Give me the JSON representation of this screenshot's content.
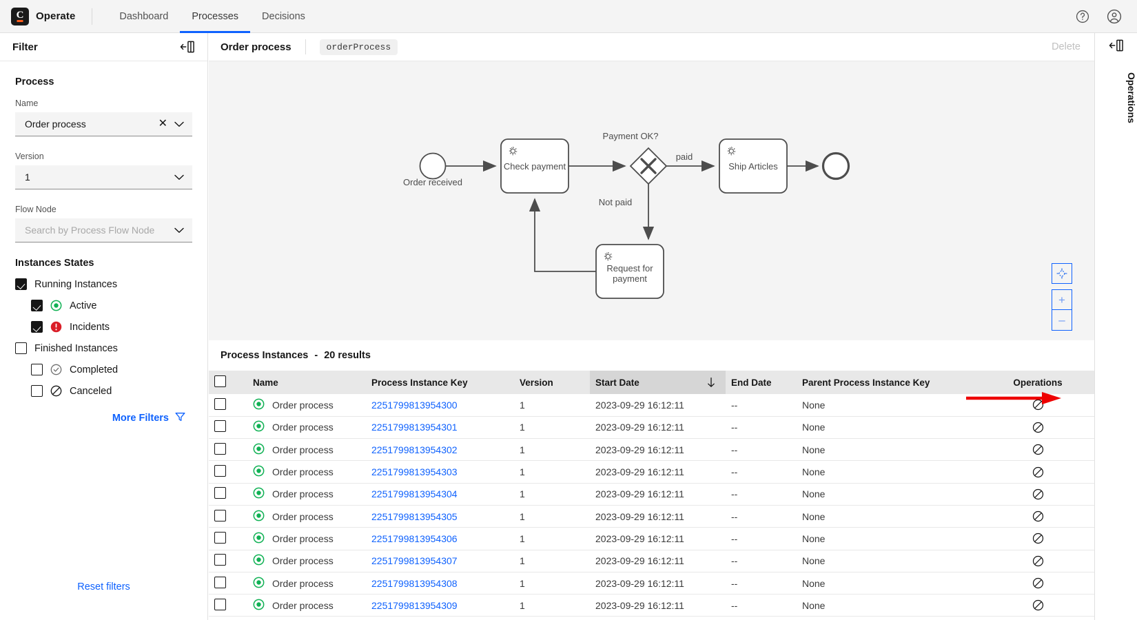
{
  "topbar": {
    "brand": "Operate",
    "logo_letter": "C",
    "nav": [
      {
        "label": "Dashboard",
        "active": false
      },
      {
        "label": "Processes",
        "active": true
      },
      {
        "label": "Decisions",
        "active": false
      }
    ],
    "help_icon": "help-circle-icon",
    "user_icon": "user-avatar-icon",
    "accent": "#0f62fe"
  },
  "filter": {
    "title": "Filter",
    "collapse_icon": "panel-collapse-icon",
    "process_section": "Process",
    "name_label": "Name",
    "name_value": "Order process",
    "version_label": "Version",
    "version_value": "1",
    "flow_node_label": "Flow Node",
    "flow_node_placeholder": "Search by Process Flow Node",
    "states_title": "Instances States",
    "checkboxes": [
      {
        "label": "Running Instances",
        "checked": true,
        "indent": false,
        "status_icon": "none"
      },
      {
        "label": "Active",
        "checked": true,
        "indent": true,
        "status_icon": "active-icon"
      },
      {
        "label": "Incidents",
        "checked": true,
        "indent": true,
        "status_icon": "incident-icon"
      },
      {
        "label": "Finished Instances",
        "checked": false,
        "indent": false,
        "status_icon": "none"
      },
      {
        "label": "Completed",
        "checked": false,
        "indent": true,
        "status_icon": "completed-icon"
      },
      {
        "label": "Canceled",
        "checked": false,
        "indent": true,
        "status_icon": "canceled-icon"
      }
    ],
    "more_filters": "More Filters",
    "more_filters_icon": "funnel-icon",
    "reset_filters": "Reset filters",
    "active_color": "#10b154",
    "incident_color": "#da1e28",
    "link_color": "#0f62fe"
  },
  "diagram_header": {
    "title": "Order process",
    "process_id": "orderProcess",
    "delete_label": "Delete"
  },
  "diagram": {
    "start_event": "Order received",
    "tasks": [
      {
        "id": "check-payment",
        "label": "Check payment"
      },
      {
        "id": "ship-articles",
        "label": "Ship Articles"
      },
      {
        "id": "request-for-payment",
        "label": "Request for payment"
      }
    ],
    "gateway_label": "Payment OK?",
    "flow_labels": [
      "paid",
      "Not paid"
    ],
    "zoom_controls": [
      {
        "name": "reset-zoom-button",
        "glyph": "reset"
      },
      {
        "name": "zoom-in-button",
        "glyph": "+"
      },
      {
        "name": "zoom-out-button",
        "glyph": "–"
      }
    ]
  },
  "instances": {
    "heading": "Process Instances",
    "separator": "-",
    "results": "20 results",
    "columns": [
      "Name",
      "Process Instance Key",
      "Version",
      "Start Date",
      "End Date",
      "Parent Process Instance Key",
      "Operations"
    ],
    "sorted_column": "Start Date",
    "sort_direction": "desc",
    "sort_icon": "arrow-down-icon",
    "rows": [
      {
        "name": "Order process",
        "key": "2251799813954300",
        "version": "1",
        "start": "2023-09-29 16:12:11",
        "end": "--",
        "parent": "None",
        "state": "active",
        "op": "cancel-operation-icon"
      },
      {
        "name": "Order process",
        "key": "2251799813954301",
        "version": "1",
        "start": "2023-09-29 16:12:11",
        "end": "--",
        "parent": "None",
        "state": "active",
        "op": "cancel-operation-icon"
      },
      {
        "name": "Order process",
        "key": "2251799813954302",
        "version": "1",
        "start": "2023-09-29 16:12:11",
        "end": "--",
        "parent": "None",
        "state": "active",
        "op": "cancel-operation-icon"
      },
      {
        "name": "Order process",
        "key": "2251799813954303",
        "version": "1",
        "start": "2023-09-29 16:12:11",
        "end": "--",
        "parent": "None",
        "state": "active",
        "op": "cancel-operation-icon"
      },
      {
        "name": "Order process",
        "key": "2251799813954304",
        "version": "1",
        "start": "2023-09-29 16:12:11",
        "end": "--",
        "parent": "None",
        "state": "active",
        "op": "cancel-operation-icon"
      },
      {
        "name": "Order process",
        "key": "2251799813954305",
        "version": "1",
        "start": "2023-09-29 16:12:11",
        "end": "--",
        "parent": "None",
        "state": "active",
        "op": "cancel-operation-icon"
      },
      {
        "name": "Order process",
        "key": "2251799813954306",
        "version": "1",
        "start": "2023-09-29 16:12:11",
        "end": "--",
        "parent": "None",
        "state": "active",
        "op": "cancel-operation-icon"
      },
      {
        "name": "Order process",
        "key": "2251799813954307",
        "version": "1",
        "start": "2023-09-29 16:12:11",
        "end": "--",
        "parent": "None",
        "state": "active",
        "op": "cancel-operation-icon"
      },
      {
        "name": "Order process",
        "key": "2251799813954308",
        "version": "1",
        "start": "2023-09-29 16:12:11",
        "end": "--",
        "parent": "None",
        "state": "active",
        "op": "cancel-operation-icon"
      },
      {
        "name": "Order process",
        "key": "2251799813954309",
        "version": "1",
        "start": "2023-09-29 16:12:11",
        "end": "--",
        "parent": "None",
        "state": "active",
        "op": "cancel-operation-icon"
      }
    ]
  },
  "right_rail": {
    "collapse_icon": "panel-collapse-icon",
    "label": "Operations"
  },
  "annotation": {
    "arrow": "red-pointer-arrow",
    "arrow_color": "#ee0000",
    "points_to": "cancel-operation-icon-row-1"
  }
}
